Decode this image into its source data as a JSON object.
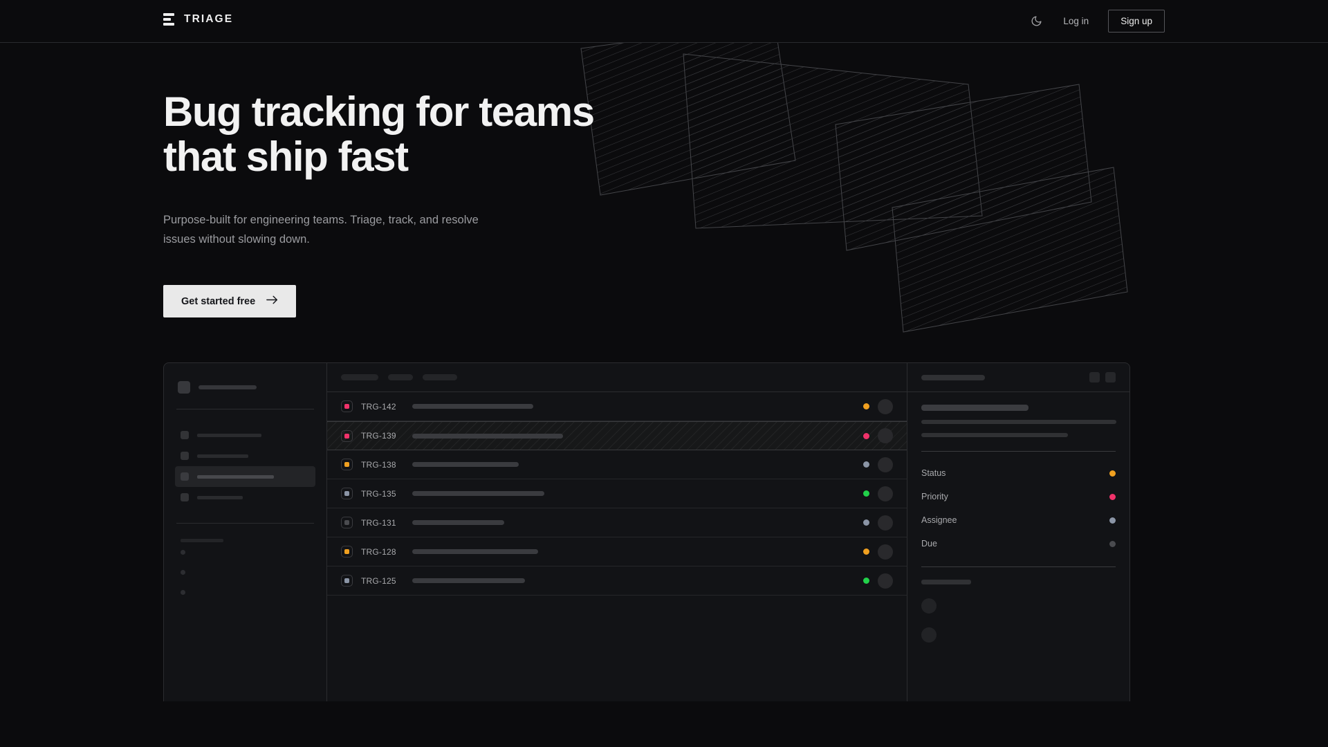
{
  "header": {
    "brand": "TRIAGE",
    "brand_mark_icon": "stacked-bars-logo",
    "theme_toggle_icon": "moon-icon",
    "login_label": "Log in",
    "signup_label": "Sign up"
  },
  "hero": {
    "title_line1": "Bug tracking for teams",
    "title_line2": "that ship fast",
    "subtitle_line1": "Purpose-built for engineering teams. Triage, track, and",
    "subtitle_line2": "resolve issues without slowing down.",
    "cta_label": "Get started free",
    "cta_icon": "arrow-right-icon"
  },
  "colors": {
    "page_bg": "#0b0b0d",
    "panel_bg": "#121316",
    "border": "#2b2c2f",
    "text_primary": "#f2f2f2",
    "text_muted": "#9b9ca0",
    "cta_bg": "#e9e9e9",
    "amber": "#f0a020",
    "pink": "#f0326a",
    "green": "#22d14a",
    "slate": "#8b95a6",
    "gray": "#4a4b4f"
  },
  "mockup": {
    "sidebar": {
      "workspace_width": 84,
      "nav_items": [
        {
          "label_width": 93,
          "active": false
        },
        {
          "label_width": 74,
          "active": false
        },
        {
          "label_width": 111,
          "active": true
        },
        {
          "label_width": 66,
          "active": false
        }
      ],
      "sub_items": 3
    },
    "list": {
      "filters": [
        54,
        36,
        50
      ],
      "rows": [
        {
          "id": "TRG-142",
          "priority": "pink",
          "title_width": 175,
          "status": "amber",
          "selected": false
        },
        {
          "id": "TRG-139",
          "priority": "pink",
          "title_width": 218,
          "status": "pink",
          "selected": true
        },
        {
          "id": "TRG-138",
          "priority": "amber",
          "title_width": 154,
          "status": "slate",
          "selected": false
        },
        {
          "id": "TRG-135",
          "priority": "slate",
          "title_width": 191,
          "status": "green",
          "selected": false
        },
        {
          "id": "TRG-131",
          "priority": "gray",
          "title_width": 133,
          "status": "slate",
          "selected": false
        },
        {
          "id": "TRG-128",
          "priority": "amber",
          "title_width": 182,
          "status": "amber",
          "selected": false
        },
        {
          "id": "TRG-125",
          "priority": "slate",
          "title_width": 163,
          "status": "green",
          "selected": false
        }
      ]
    },
    "detail": {
      "header_actions": 2,
      "paragraph_widths": [
        282,
        212
      ],
      "meta": [
        {
          "label": "Status",
          "color": "amber"
        },
        {
          "label": "Priority",
          "color": "pink"
        },
        {
          "label": "Assignee",
          "color": "slate"
        },
        {
          "label": "Due",
          "color": "gray"
        }
      ],
      "comment_avatars": 2
    }
  }
}
